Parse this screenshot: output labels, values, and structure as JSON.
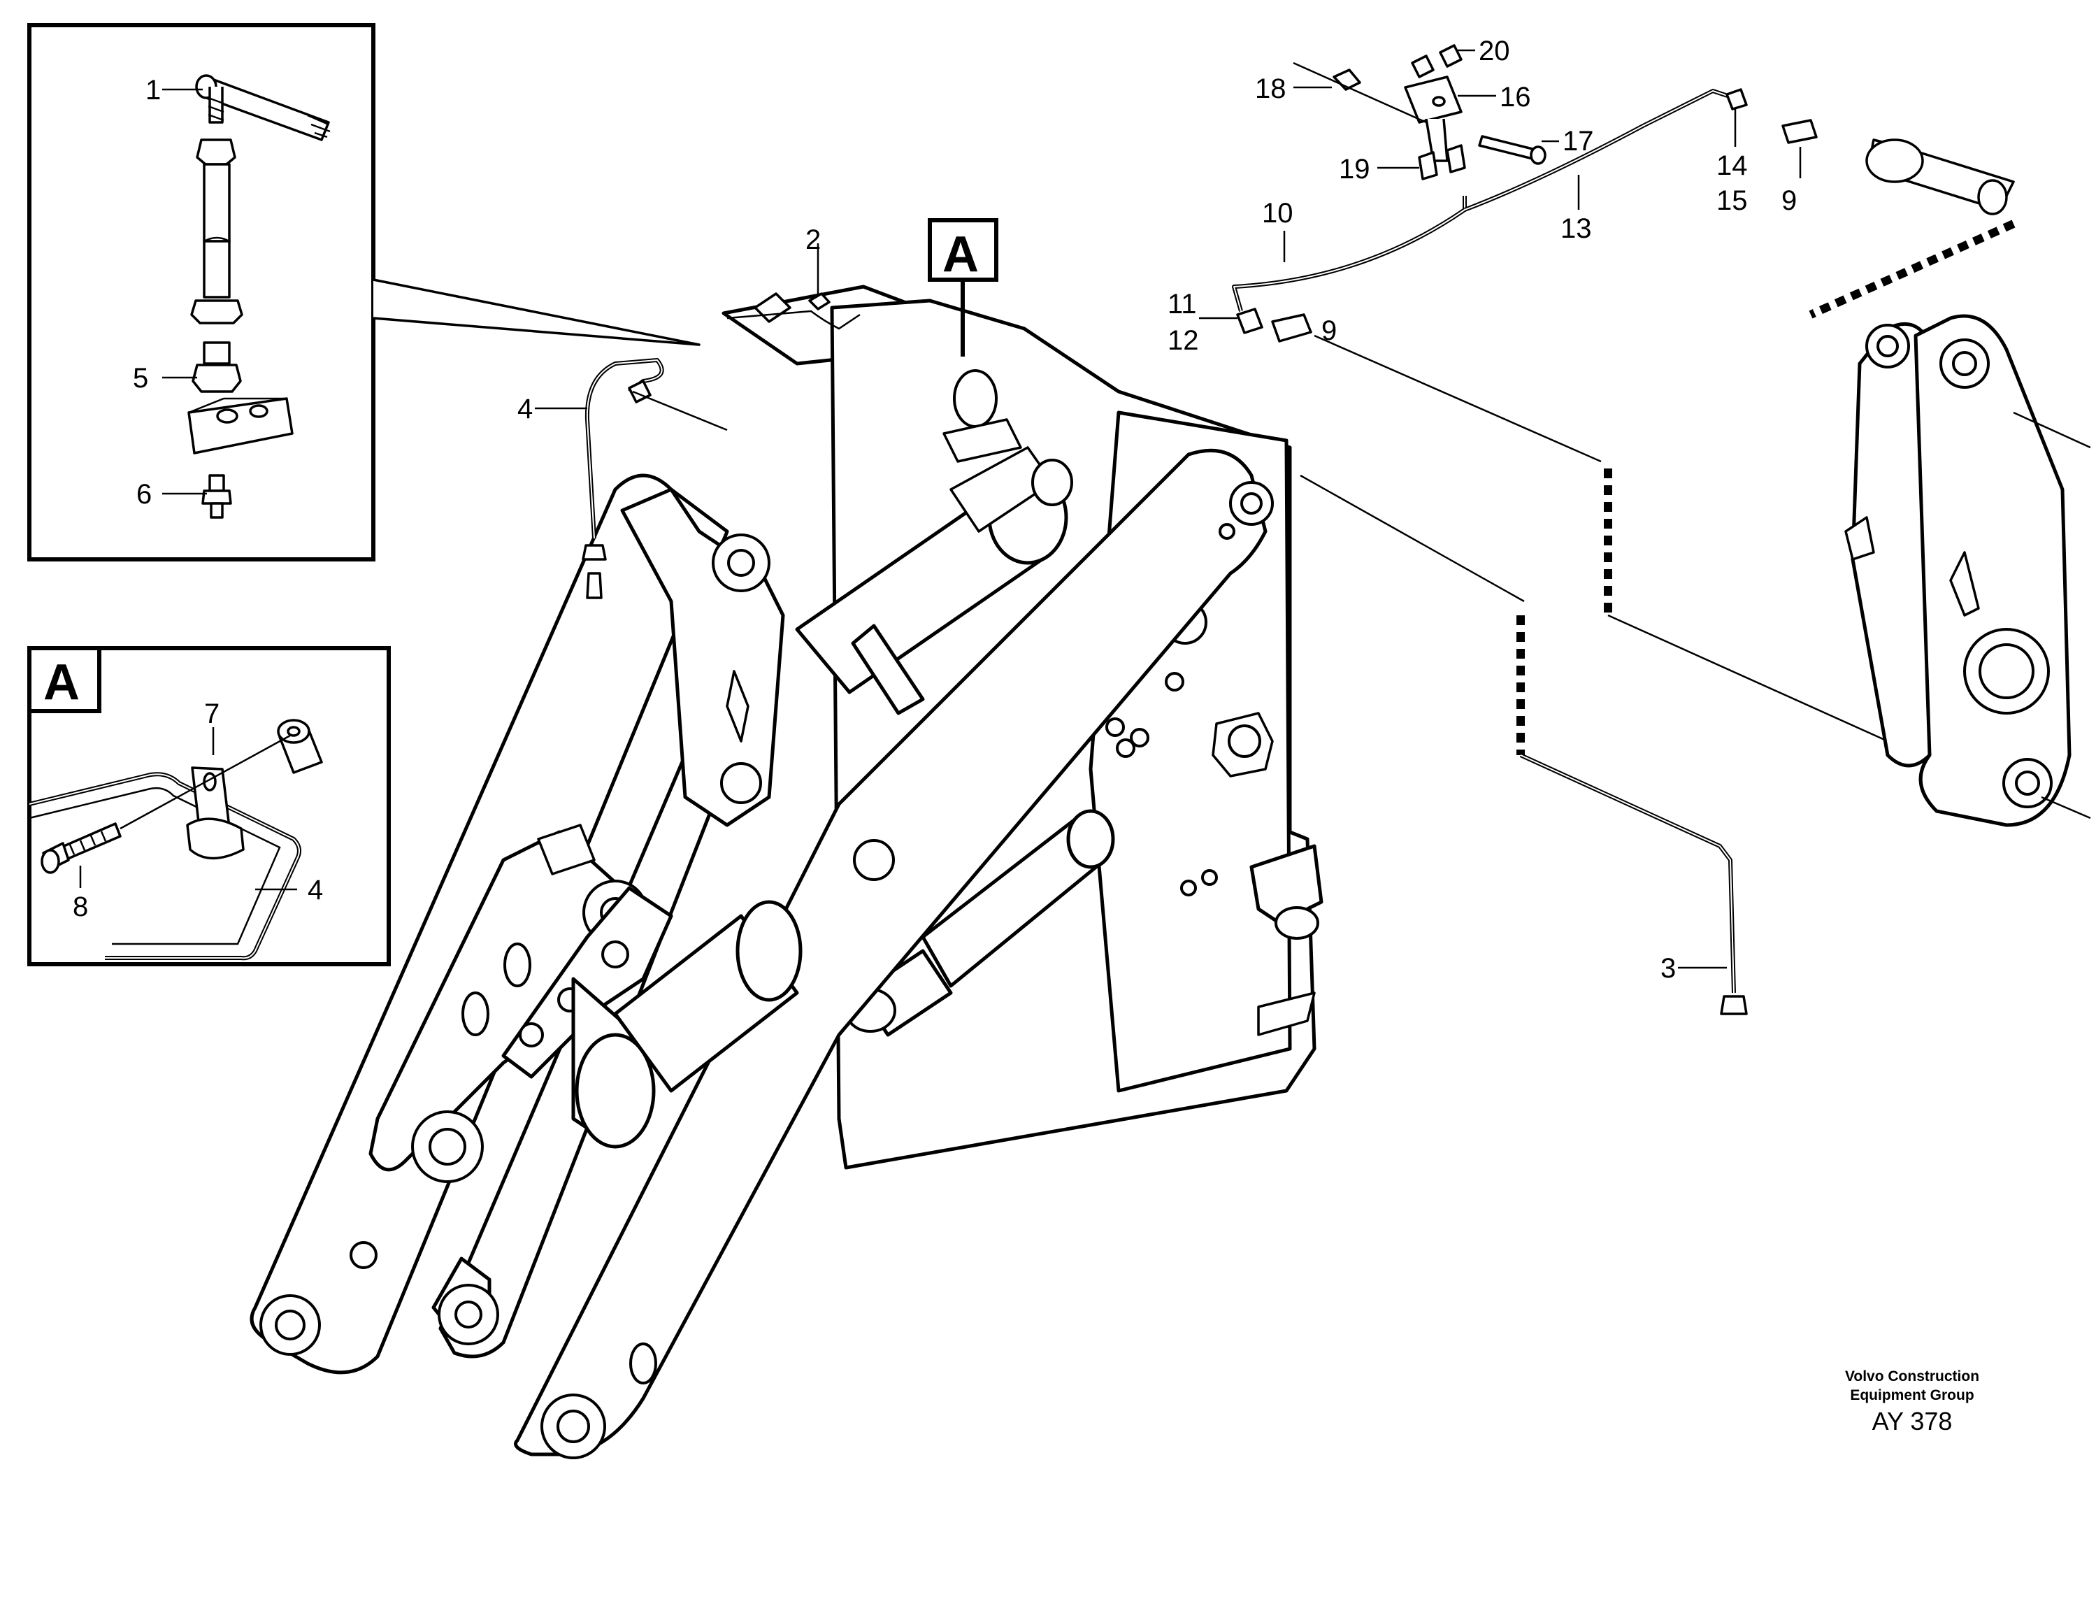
{
  "diagram": {
    "detail_box_label": "A",
    "callout_box_label": "A",
    "callouts": {
      "c1": "1",
      "c2": "2",
      "c3": "3",
      "c4a": "4",
      "c4b": "4",
      "c5": "5",
      "c6": "6",
      "c7": "7",
      "c8": "8",
      "c9a": "9",
      "c9b": "9",
      "c10": "10",
      "c11": "11",
      "c12": "12",
      "c13": "13",
      "c14": "14",
      "c15": "15",
      "c16": "16",
      "c17": "17",
      "c18": "18",
      "c19": "19",
      "c20": "20"
    },
    "credit_line1": "Volvo Construction",
    "credit_line2": "Equipment Group",
    "drawing_code": "AY 378"
  }
}
